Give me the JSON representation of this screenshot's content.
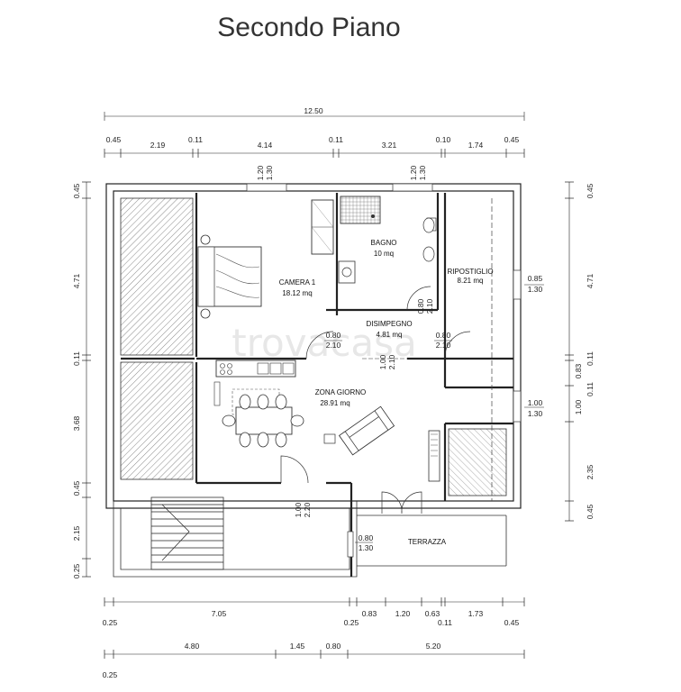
{
  "title": "Secondo Piano",
  "watermark": "trovacasa",
  "rooms": {
    "camera1": {
      "name": "CAMERA 1",
      "area": "18.12 mq"
    },
    "bagno": {
      "name": "BAGNO",
      "area": "10 mq"
    },
    "ripostiglio": {
      "name": "RIPOSTIGLIO",
      "area": "8.21 mq"
    },
    "disimpegno": {
      "name": "DISIMPEGNO",
      "area": "4.81 mq"
    },
    "zona_giorno": {
      "name": "ZONA GIORNO",
      "area": "28.91 mq"
    },
    "terrazza": {
      "name": "TERRAZZA"
    }
  },
  "dims_top": {
    "total": "12.50",
    "segments": [
      "0.45",
      "2.19",
      "0.11",
      "4.14",
      "0.11",
      "3.21",
      "0.10",
      "1.74",
      "0.45"
    ]
  },
  "dims_bottom_1": [
    "0.25",
    "7.05",
    "0.25",
    "0.83",
    "1.20",
    "0.63",
    "0.11",
    "1.73",
    "0.45"
  ],
  "dims_bottom_2": [
    "4.80",
    "1.45",
    "0.80",
    "5.20",
    "0.25"
  ],
  "dims_left": [
    "0.45",
    "4.71",
    "0.11",
    "3.68",
    "0.45",
    "2.15",
    "0.25"
  ],
  "dims_right": [
    "0.45",
    "4.71",
    "0.83",
    "0.11",
    "1.00",
    "2.35",
    "0.45",
    "0.11"
  ],
  "openings": {
    "camera_window": {
      "w": "1.20",
      "h": "1.30"
    },
    "bagno_window": {
      "w": "1.20",
      "h": "1.30"
    },
    "ripostiglio_window": {
      "w": "0.85",
      "h": "1.30"
    },
    "zona_window": {
      "w": "1.00",
      "h": "1.30"
    },
    "bagno_door": {
      "w": "0.80",
      "h": "2.10"
    },
    "camera_door": {
      "w": "0.80",
      "h": "2.10"
    },
    "ripostiglio_door": {
      "w": "0.80",
      "h": "2.10"
    },
    "disimpegno_door": {
      "w": "1.00",
      "h": "2.10"
    },
    "entry_door": {
      "w": "1.00",
      "h": "2.20"
    },
    "terrazza_window": {
      "w": "0.80",
      "h": "1.30"
    }
  }
}
